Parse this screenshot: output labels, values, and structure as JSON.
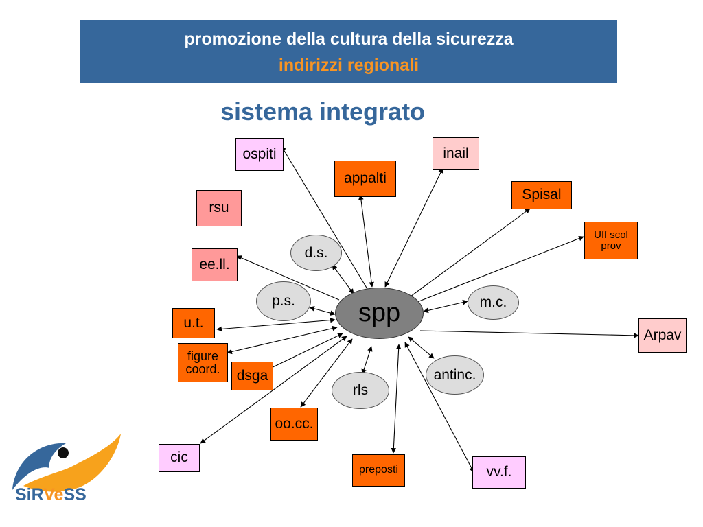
{
  "header": {
    "title": "promozione della cultura della sicurezza",
    "subtitle": "indirizzi regionali"
  },
  "heading": "sistema integrato",
  "hub": "spp",
  "nodes": {
    "ospiti": "ospiti",
    "inail": "inail",
    "appalti": "appalti",
    "spisal": "Spisal",
    "rsu": "rsu",
    "uff_scol_line1": "Uff scol",
    "uff_scol_line2": "prov",
    "ds": "d.s.",
    "eell": "ee.ll.",
    "ps": "p.s.",
    "mc": "m.c.",
    "ut": "u.t.",
    "arpav": "Arpav",
    "figure_line1": "figure",
    "figure_line2": "coord.",
    "dsga": "dsga",
    "antinc": "antinc.",
    "rls": "rls",
    "oocc": "oo.cc.",
    "cic": "cic",
    "preposti": "preposti",
    "vvf": "vv.f."
  },
  "colors": {
    "banner": "#36679b",
    "subtitle": "#f79423",
    "orange_box": "#ff6600",
    "pink_box": "#ff9999",
    "light_pink_box": "#ffcccc",
    "violet_box": "#ffccff",
    "ellipse": "#dddddd",
    "hub": "#808080"
  },
  "logo": {
    "text_part1": "SiR",
    "text_part2": "Ve",
    "text_part3": "SS",
    "icon": "eye-logo-icon"
  }
}
